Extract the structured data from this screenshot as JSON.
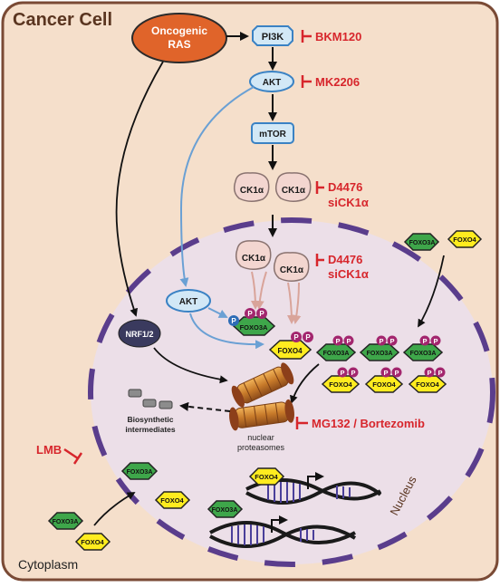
{
  "cell": {
    "title": "Cancer Cell",
    "cytoplasm_label": "Cytoplasm",
    "nucleus_label": "Nucleus"
  },
  "nodes": {
    "oncogenic_ras_line1": "Oncogenic",
    "oncogenic_ras_line2": "RAS",
    "pi3k": "PI3K",
    "akt": "AKT",
    "mtor": "mTOR",
    "ck1a": "CK1α",
    "nuclear_akt": "AKT",
    "nrf": "NRF1/2",
    "foxo3a": "FOXO3A",
    "foxo4": "FOXO4",
    "phospho": "P",
    "biosynthetic_line1": "Biosynthetic",
    "biosynthetic_line2": "intermediates",
    "proteasome_line1": "nuclear",
    "proteasome_line2": "proteasomes"
  },
  "inhibitors": {
    "bkm120": "BKM120",
    "mk2206": "MK2206",
    "d4476": "D4476",
    "sick1a": "siCK1α",
    "mg132": "MG132 / Bortezomib",
    "lmb": "LMB"
  },
  "colors": {
    "cell_fill": "#f5dfcb",
    "cell_border": "#7a4a35",
    "nucleus_fill": "#ecdfe8",
    "nucleus_dash": "#5a3d8c",
    "ras_fill": "#e0642a",
    "kinase_fill": "#d2e8f6",
    "kinase_stroke": "#3a82c4",
    "ck1_fill": "#f3d6d0",
    "foxo3a_fill": "#3ea64a",
    "foxo4_fill": "#ffec1f",
    "phospho_fill": "#a3266e",
    "inhibitor_red": "#d7262c",
    "akt_arrow": "#6aa0d4"
  }
}
